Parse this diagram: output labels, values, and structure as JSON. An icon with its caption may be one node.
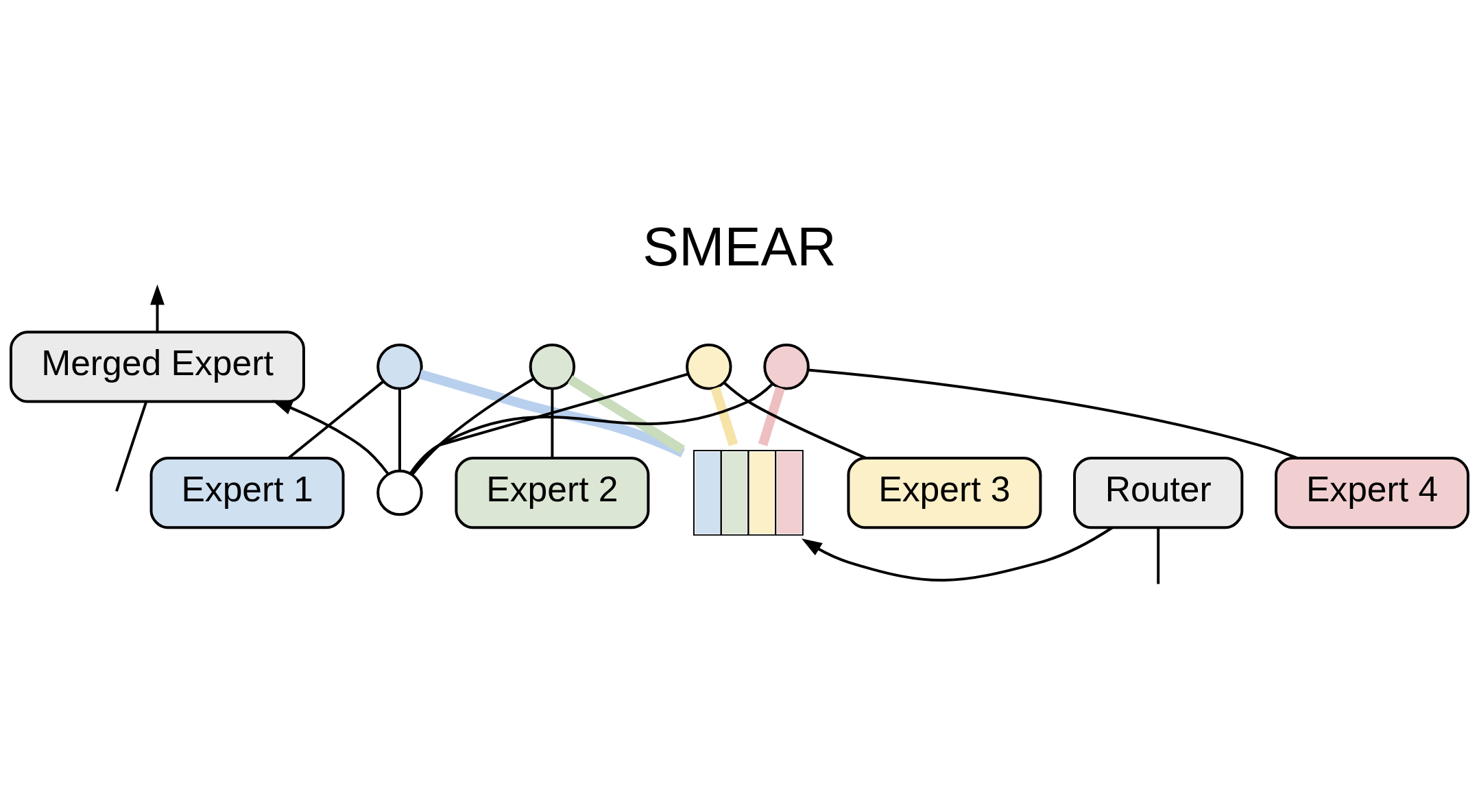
{
  "diagram": {
    "title": "SMEAR",
    "nodes": [
      {
        "text": [
          "Merged Expert"
        ]
      },
      {
        "text": [
          "Router"
        ]
      },
      {
        "text": [],
        "shape": "bar"
      },
      {
        "text": [],
        "shape": "circle"
      },
      {
        "text": [],
        "shape": "circle"
      },
      {
        "text": [],
        "shape": "circle"
      },
      {
        "text": [],
        "shape": "circle"
      },
      {
        "text": [],
        "shape": "circle"
      },
      {
        "text": [
          "Expert 1"
        ]
      },
      {
        "text": [
          "Expert 2"
        ]
      },
      {
        "text": [
          "Expert 3"
        ]
      },
      {
        "text": [
          "Expert 4"
        ]
      }
    ],
    "edges": [
      {
        "from": null,
        "to": 0,
        "arrow": "none"
      },
      {
        "from": null,
        "to": 1,
        "arrow": "none"
      },
      {
        "from": 0,
        "to": null,
        "arrow": "to"
      },
      {
        "from": 1,
        "to": 2,
        "arrow": "to"
      },
      {
        "from": 2,
        "to": 4,
        "arrow": "none",
        "style": "thick",
        "color": "#b8d0ee"
      },
      {
        "from": 2,
        "to": 5,
        "arrow": "none",
        "style": "thick",
        "color": "#c9dcbc"
      },
      {
        "from": 2,
        "to": 6,
        "arrow": "none",
        "style": "thick",
        "color": "#f5e3a8"
      },
      {
        "from": 2,
        "to": 7,
        "arrow": "none",
        "style": "thick",
        "color": "#eebfc1"
      },
      {
        "from": 8,
        "to": 4,
        "arrow": "none"
      },
      {
        "from": 9,
        "to": 5,
        "arrow": "none"
      },
      {
        "from": 10,
        "to": 6,
        "arrow": "none"
      },
      {
        "from": 11,
        "to": 7,
        "arrow": "none"
      },
      {
        "from": 4,
        "to": 3,
        "arrow": "none"
      },
      {
        "from": 5,
        "to": 3,
        "arrow": "none"
      },
      {
        "from": 6,
        "to": 3,
        "arrow": "none"
      },
      {
        "from": 7,
        "to": 3,
        "arrow": "none"
      },
      {
        "from": 3,
        "to": 0,
        "arrow": "to"
      }
    ]
  }
}
